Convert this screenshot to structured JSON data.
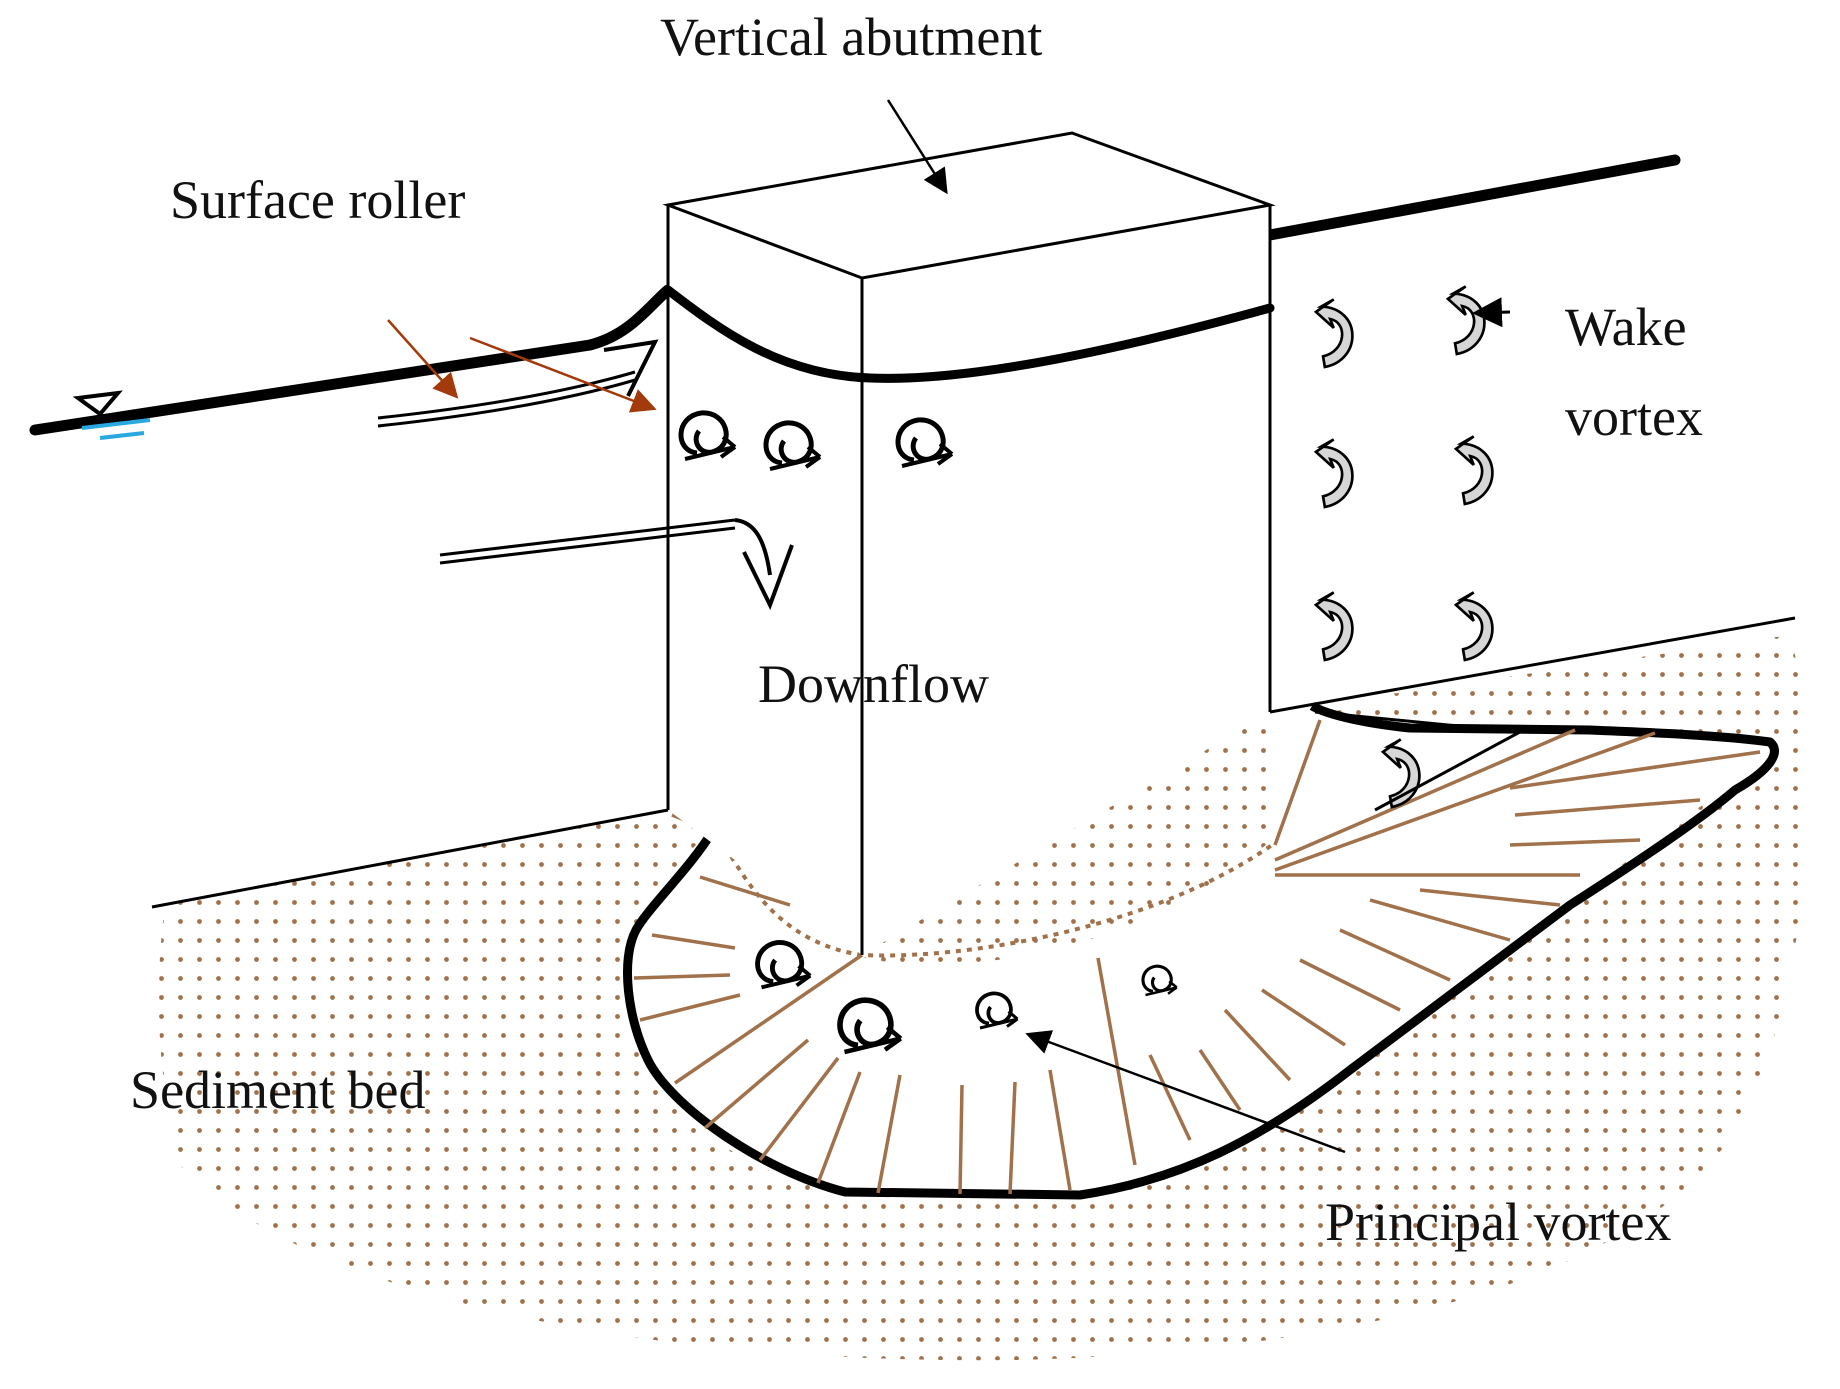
{
  "labels": {
    "vertical_abutment": "Vertical abutment",
    "surface_roller": "Surface roller",
    "wake_vortex_line1": "Wake",
    "wake_vortex_line2": "vortex",
    "downflow": "Downflow",
    "sediment_bed": "Sediment bed",
    "principal_vortex": "Principal vortex"
  },
  "colors": {
    "outline": "#000000",
    "sediment": "#a0714a",
    "roller_arrow": "#a23a0b",
    "water_mark": "#2aa8e0",
    "wake_fill": "#d6d6d6"
  },
  "icons": [
    "water-level-symbol",
    "vortex-icon",
    "curved-arrow-icon",
    "downflow-arrow-icon"
  ]
}
